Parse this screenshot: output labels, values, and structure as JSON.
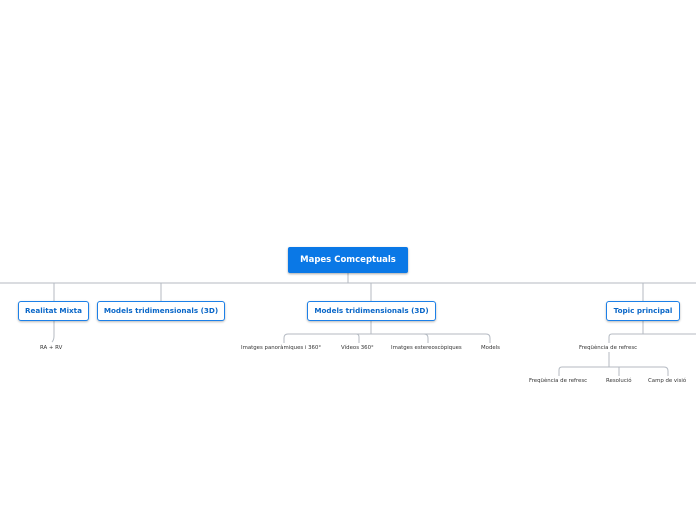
{
  "map": {
    "root": "Mapes Comceptuals",
    "topics": [
      {
        "label": "Realitat Mixta",
        "children": [
          "RA + RV"
        ]
      },
      {
        "label": "Models tridimensionals (3D)",
        "children": []
      },
      {
        "label": "Models tridimensionals (3D)",
        "children": [
          "Imatges panoràmiques i 360°",
          "Vídeos 360°",
          "Imatges estereoscòpiques",
          "Models"
        ]
      },
      {
        "label": "Topic principal",
        "children": [
          "Freqüència de refresc"
        ]
      }
    ],
    "subtopics": [
      "Freqüència de refresc",
      "Resolució",
      "Camp de visió"
    ]
  },
  "colors": {
    "root_fill": "#0a78e6",
    "node_border": "#1c80e8",
    "connector": "#b4bac2"
  }
}
